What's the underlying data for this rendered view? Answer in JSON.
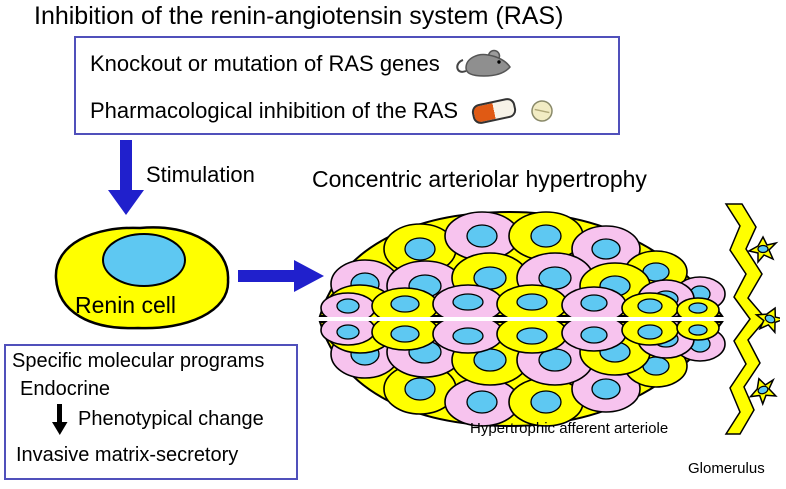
{
  "title": "Inhibition of the renin-angiotensin system (RAS)",
  "inputs_box": {
    "knockout_line": "Knockout or mutation of RAS genes",
    "pharma_line": "Pharmacological inhibition of the RAS",
    "icons": [
      "mouse-icon",
      "capsule-icon",
      "tablet-icon"
    ]
  },
  "flow": {
    "stimulation_label": "Stimulation",
    "renin_cell_label": "Renin cell"
  },
  "right_panel": {
    "heading": "Concentric arteriolar hypertrophy",
    "arteriole_label": "Hypertrophic afferent arteriole",
    "glomerulus_label": "Glomerulus"
  },
  "programs_box": {
    "title": "Specific molecular programs",
    "line_endocrine": "Endocrine",
    "line_phenotypical": "Phenotypical change",
    "line_invasive": "Invasive matrix-secretory"
  },
  "colors": {
    "arrow_blue": "#2020cc",
    "cell_yellow": "#ffff00",
    "cell_pink": "#f7c3ee",
    "nucleus_blue": "#5ec8f2",
    "box_border": "#5050bb",
    "mouse_gray": "#8f8f8f",
    "capsule_orange": "#e05a14"
  }
}
